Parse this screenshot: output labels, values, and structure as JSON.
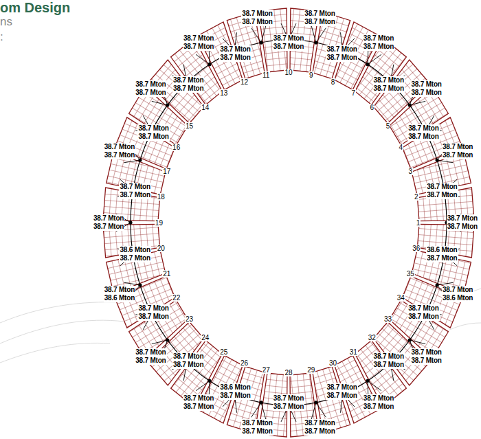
{
  "diagram": {
    "title": "om Design",
    "labels": [
      "ns",
      ":",
      "1",
      "2",
      "3",
      "4",
      "5",
      "6",
      "7",
      "8",
      "9",
      "10",
      "11",
      "12",
      "13",
      "14",
      "15",
      "16",
      "17",
      "18",
      "19",
      "20",
      "21",
      "22",
      "23",
      "24",
      "25",
      "26",
      "27",
      "28",
      "29",
      "30",
      "31",
      "32",
      "33",
      "34",
      "35",
      "36",
      "38.7 Mton",
      "38.7 Mton",
      "38.7 Mton",
      "38.7 Mton",
      "38.7 Mton",
      "38.7 Mton",
      "38.7 Mton",
      "38.7 Mton",
      "38.7 Mton",
      "38.7 Mton",
      "38.7 Mton",
      "38.7 Mton",
      "38.7 Mton",
      "38.7 Mton",
      "38.7 Mton",
      "38.7 Mton",
      "38.7 Mton",
      "38.7 Mton",
      "38.7 Mton",
      "38.7 Mton",
      "38.7 Mton",
      "38.7 Mton",
      "38.7 Mton",
      "38.7 Mton",
      "38.7 Mton",
      "38.7 Mton",
      "38.7 Mton",
      "38.7 Mton",
      "38.7 Mton",
      "38.7 Mton",
      "38.7 Mton",
      "38.7 Mton",
      "38.7 Mton",
      "38.7 Mton",
      "38.7 Mton",
      "38.7 Mton",
      "38.7 Mton",
      "38.7 Mton",
      "38.6 Mton",
      "38.7 Mton",
      "38.7 Mton",
      "38.6 Mton",
      "38.7 Mton",
      "38.7 Mton",
      "38.7 Mton",
      "38.7 Mton",
      "38.7 Mton",
      "38.7 Mton",
      "38.7 Mton",
      "38.7 Mton",
      "38.6 Mton",
      "38.7 Mton",
      "38.7 Mton",
      "38.7 Mton",
      "38.7 Mton",
      "38.7 Mton",
      "38.7 Mton",
      "38.7 Mton",
      "38.7 Mton",
      "38.7 Mton",
      "38.7 Mton",
      "38.7 Mton",
      "38.7 Mton",
      "38.7 Mton",
      "38.7 Mton",
      "38.7 Mton",
      "38.7 Mton",
      "38.7 Mton",
      "38.7 Mton",
      "38.6 Mton",
      "38.6 Mton",
      "38.7 Mton"
    ]
  }
}
